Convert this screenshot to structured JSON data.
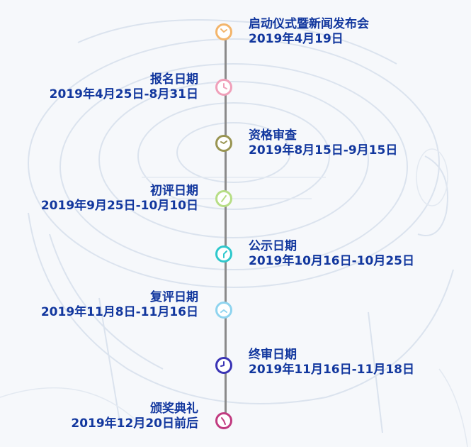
{
  "timeline": {
    "events": [
      {
        "title": "启动仪式暨新闻发布会",
        "date": "2019年4月19日",
        "color": "#f3b56b"
      },
      {
        "title": "报名日期",
        "date": "2019年4月25日-8月31日",
        "color": "#f0a0ba"
      },
      {
        "title": "资格审查",
        "date": "2019年8月15日-9月15日",
        "color": "#999552"
      },
      {
        "title": "初评日期",
        "date": "2019年9月25日-10月10日",
        "color": "#b7de86"
      },
      {
        "title": "公示日期",
        "date": "2019年10月16日-10月25日",
        "color": "#2ec8cc"
      },
      {
        "title": "复评日期",
        "date": "2019年11月8日-11月16日",
        "color": "#8fd4ef"
      },
      {
        "title": "终审日期",
        "date": "2019年11月16日-11月18日",
        "color": "#3a34b5"
      },
      {
        "title": "颁奖典礼",
        "date": "2019年12月20日前后",
        "color": "#c13b80"
      }
    ]
  }
}
